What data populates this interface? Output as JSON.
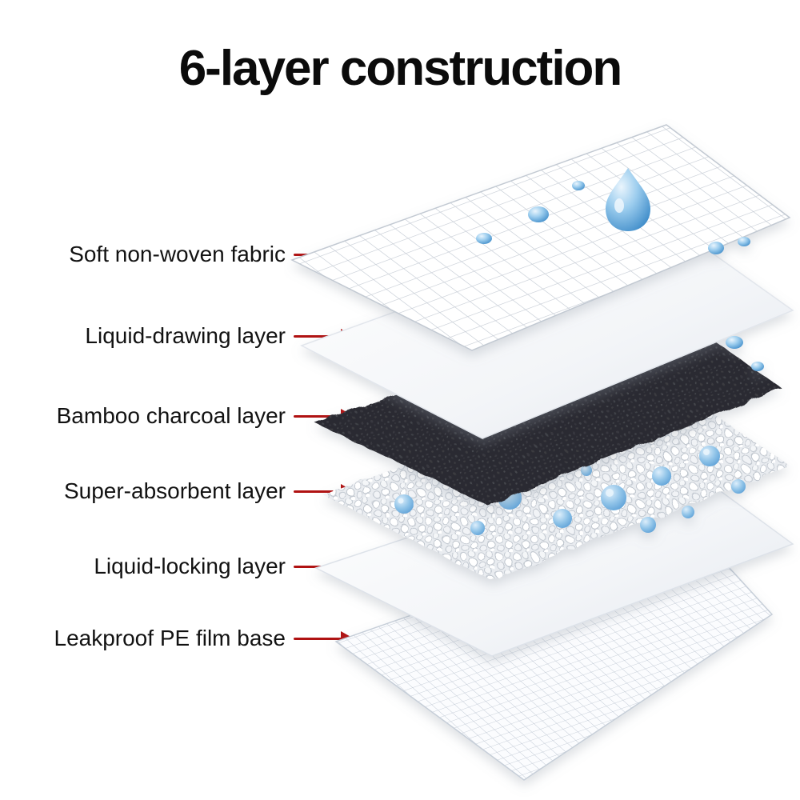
{
  "title": "6-layer construction",
  "colors": {
    "accent": "#b01212",
    "droplet-blue": "#5b9fd6",
    "charcoal": "#2b2c31"
  },
  "layers": [
    {
      "id": "soft-non-woven-fabric",
      "label": "Soft non-woven fabric"
    },
    {
      "id": "liquid-drawing-layer",
      "label": "Liquid-drawing layer"
    },
    {
      "id": "bamboo-charcoal-layer",
      "label": "Bamboo charcoal layer"
    },
    {
      "id": "super-absorbent-layer",
      "label": "Super-absorbent layer"
    },
    {
      "id": "liquid-locking-layer",
      "label": "Liquid-locking layer"
    },
    {
      "id": "leakproof-pe-film-base",
      "label": "Leakproof PE film base"
    }
  ]
}
